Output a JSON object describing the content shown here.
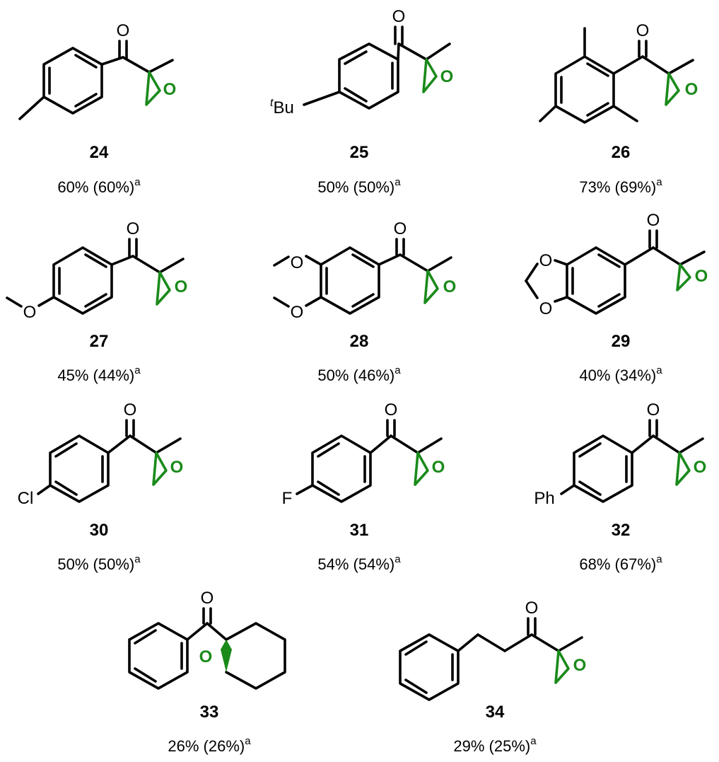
{
  "accent_color": "#1a8a1a",
  "atom_labels": {
    "oxygen": "O",
    "methoxy_oxygen": "O",
    "tbu_superscript": "t",
    "tbu": "Bu",
    "chloro": "Cl",
    "fluoro": "F",
    "phenyl": "Ph",
    "yield_footnote": "a"
  },
  "compounds": [
    {
      "id": "24",
      "yield": "60% (60%)",
      "substituent": "4-methyl"
    },
    {
      "id": "25",
      "yield": "50% (50%)",
      "substituent": "4-tert-butyl"
    },
    {
      "id": "26",
      "yield": "73% (69%)",
      "substituent": "2,4,6-trimethyl"
    },
    {
      "id": "27",
      "yield": "45% (44%)",
      "substituent": "4-methoxy"
    },
    {
      "id": "28",
      "yield": "50% (46%)",
      "substituent": "3,4-dimethoxy"
    },
    {
      "id": "29",
      "yield": "40% (34%)",
      "substituent": "3,4-methylenedioxy"
    },
    {
      "id": "30",
      "yield": "50% (50%)",
      "substituent": "4-chloro"
    },
    {
      "id": "31",
      "yield": "54% (54%)",
      "substituent": "4-fluoro"
    },
    {
      "id": "32",
      "yield": "68% (67%)",
      "substituent": "4-phenyl"
    },
    {
      "id": "33",
      "yield": "26% (26%)",
      "substituent": "cyclohexene-fused"
    },
    {
      "id": "34",
      "yield": "29% (25%)",
      "substituent": "phenethyl"
    }
  ]
}
